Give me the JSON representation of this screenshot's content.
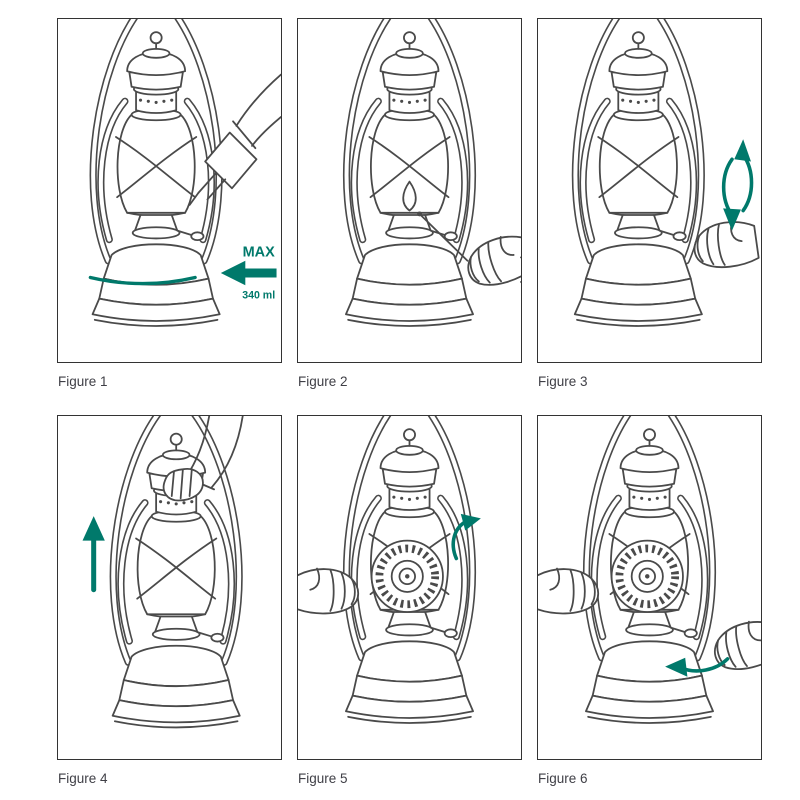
{
  "colors": {
    "accent": "#00796B",
    "line": "#4A4A4A"
  },
  "figures": [
    {
      "caption": "Figure 1",
      "labels": {
        "max": "MAX",
        "volume": "340 ml"
      }
    },
    {
      "caption": "Figure 2"
    },
    {
      "caption": "Figure 3"
    },
    {
      "caption": "Figure 4"
    },
    {
      "caption": "Figure 5"
    },
    {
      "caption": "Figure 6"
    }
  ]
}
